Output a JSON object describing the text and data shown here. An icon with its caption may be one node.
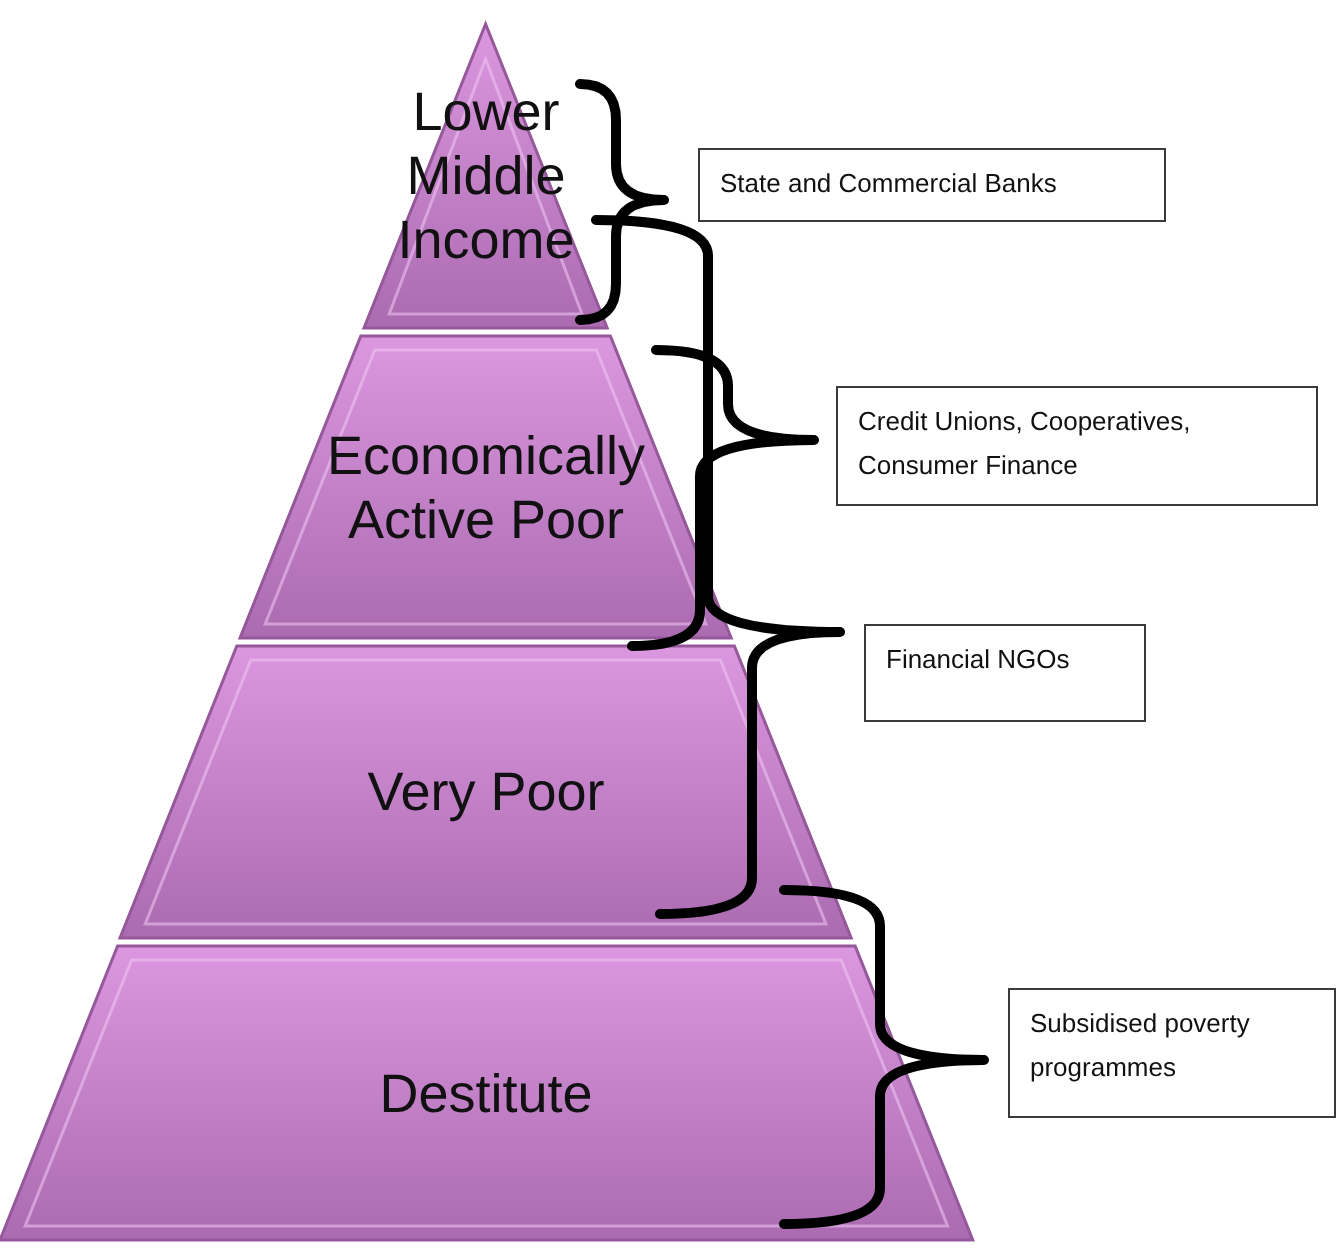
{
  "diagram": {
    "nodes": [
      {
        "text": [
          "Lower Middle Income"
        ]
      },
      {
        "text": [
          "Economically Active Poor"
        ]
      },
      {
        "text": [
          "Very Poor"
        ]
      },
      {
        "text": [
          "Destitute"
        ]
      },
      {
        "text": [
          "State and Commercial Banks"
        ]
      },
      {
        "text": [
          "Credit Unions, Cooperatives, Consumer Finance"
        ]
      },
      {
        "text": [
          "Financial NGOs"
        ]
      },
      {
        "text": [
          "Subsidised poverty programmes"
        ]
      }
    ]
  }
}
